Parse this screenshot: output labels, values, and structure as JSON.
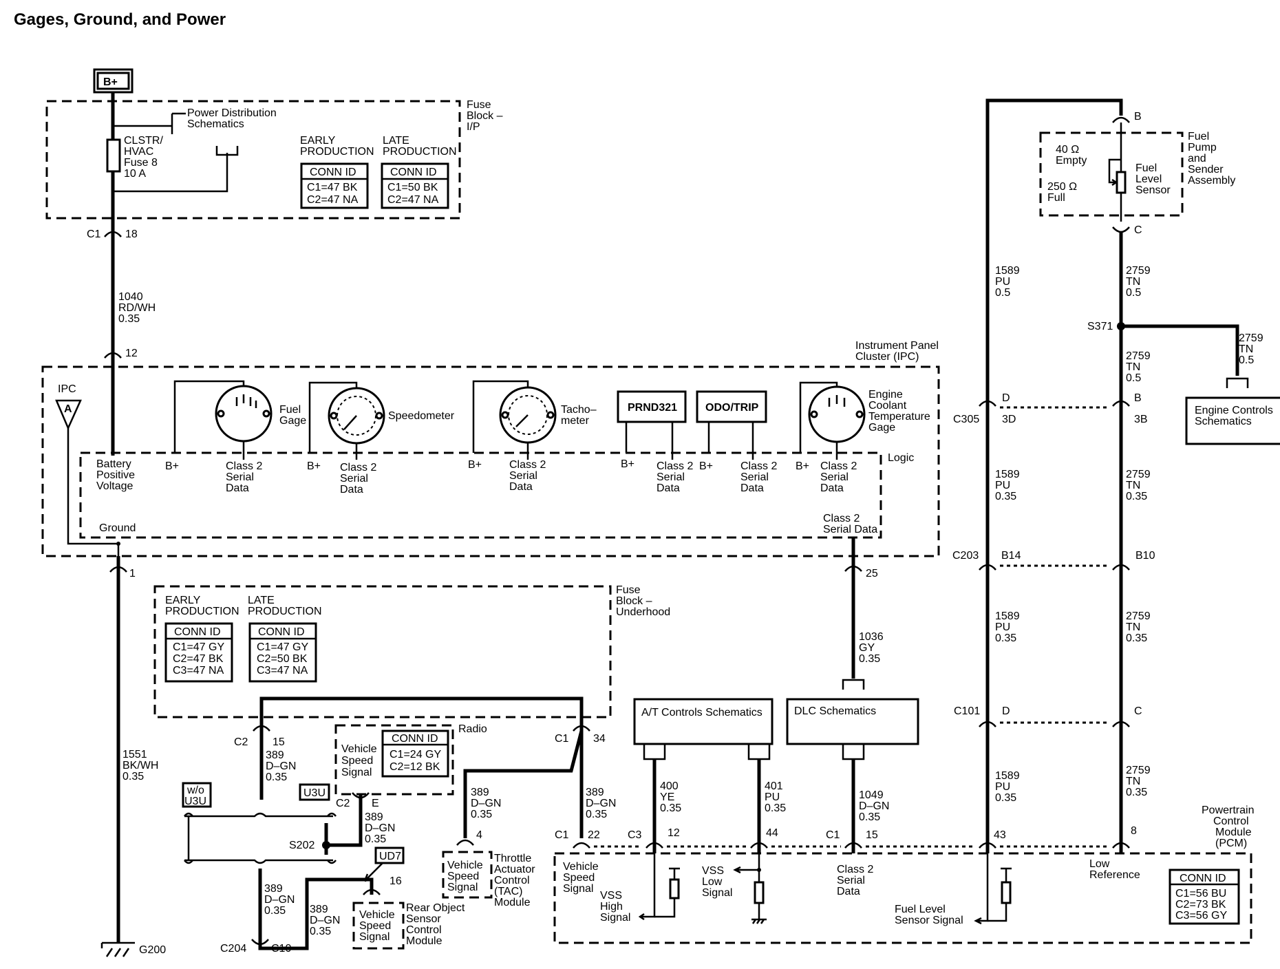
{
  "title": "Gages, Ground, and Power",
  "labels": {
    "bplus_main": "B+",
    "pds1": "Power Distribution",
    "pds2": "Schematics",
    "fuse1": "CLSTR/",
    "fuse2": "HVAC",
    "fuse3": "Fuse 8",
    "fuse4": "10 A",
    "fbip1": "Fuse",
    "fbip2": "Block –",
    "fbip3": "I/P",
    "early1": "EARLY",
    "early2": "PRODUCTION",
    "late1": "LATE",
    "late2": "PRODUCTION",
    "connid": "CONN ID",
    "ip_e1": "C1=47 BK",
    "ip_e2": "C2=47 NA",
    "ip_l1": "C1=50 BK",
    "ip_l2": "C2=47 NA",
    "c1": "C1",
    "n18": "18",
    "w1040a": "1040",
    "w1040b": "RD/WH",
    "w1040c": "0.35",
    "n12": "12",
    "ipc_title1": "Instrument Panel",
    "ipc_title2": "Cluster (IPC)",
    "ipc": "IPC",
    "a": "A",
    "fuelgage1": "Fuel",
    "fuelgage2": "Gage",
    "speedo": "Speedometer",
    "tach1": "Tacho–",
    "tach2": "meter",
    "prnd": "PRND321",
    "odo": "ODO/TRIP",
    "ect1": "Engine",
    "ect2": "Coolant",
    "ect3": "Temperature",
    "ect4": "Gage",
    "bpv1": "Battery",
    "bpv2": "Positive",
    "bpv3": "Voltage",
    "bplus": "B+",
    "cls1": "Class 2",
    "cls2": "Serial",
    "cls3": "Data",
    "logic": "Logic",
    "ground": "Ground",
    "c2sd1": "Class 2",
    "c2sd2": "Serial Data",
    "n1": "1",
    "n25": "25",
    "fbu1": "Fuse",
    "fbu2": "Block –",
    "fbu3": "Underhood",
    "uh_e1": "C1=47 GY",
    "uh_e2": "C2=47 BK",
    "uh_e3": "C3=47 NA",
    "uh_l1": "C1=47 GY",
    "uh_l2": "C2=50 BK",
    "uh_l3": "C3=47 NA",
    "w1036a": "1036",
    "w1036b": "GY",
    "w1036c": "0.35",
    "c2": "C2",
    "n15": "15",
    "n34": "34",
    "w389a": "389",
    "w389b": "D–GN",
    "w389c": "0.35",
    "radio": "Radio",
    "vss1": "Vehicle",
    "vss2": "Speed",
    "vss3": "Signal",
    "rad_c1": "C1=24 GY",
    "rad_c2": "C2=12 BK",
    "e": "E",
    "wo1": "w/o",
    "u3u": "U3U",
    "s202": "S202",
    "ud7": "UD7",
    "n4": "4",
    "n22": "22",
    "n16": "16",
    "tac1": "Throttle",
    "tac2": "Actuator",
    "tac3": "Control",
    "tac4": "(TAC)",
    "tac5": "Module",
    "ros1": "Rear Object",
    "ros2": "Sensor",
    "ros3": "Control",
    "ros4": "Module",
    "c204": "C204",
    "c10": "C10",
    "w1551a": "1551",
    "w1551b": "BK/WH",
    "w1551c": "0.35",
    "g200": "G200",
    "at": "A/T Controls Schematics",
    "dlc": "DLC Schematics",
    "w400a": "400",
    "w400b": "YE",
    "w400c": "0.35",
    "w401a": "401",
    "w401b": "PU",
    "w401c": "0.35",
    "w1049a": "1049",
    "w1049b": "D–GN",
    "w1049c": "0.35",
    "c3": "C3",
    "n44": "44",
    "n43": "43",
    "n8": "8",
    "vssh1": "VSS",
    "vssh2": "High",
    "vssh3": "Signal",
    "vssl1": "VSS",
    "vssl2": "Low",
    "vssl3": "Signal",
    "flss1": "Fuel Level",
    "flss2": "Sensor Signal",
    "lowref1": "Low",
    "lowref2": "Reference",
    "pcm1": "Powertrain",
    "pcm2": "Control",
    "pcm3": "Module",
    "pcm4": "(PCM)",
    "pcm_c1": "C1=56 BU",
    "pcm_c2": "C2=73 BK",
    "pcm_c3": "C3=56 GY",
    "b": "B",
    "c": "C",
    "d": "D",
    "fpsa1": "Fuel",
    "fpsa2": "Pump",
    "fpsa3": "and",
    "fpsa4": "Sender",
    "fpsa5": "Assembly",
    "empty1": "40 Ω",
    "empty2": "Empty",
    "full1": "250 Ω",
    "full2": "Full",
    "fls1": "Fuel",
    "fls2": "Level",
    "fls3": "Sensor",
    "w1589a": "1589",
    "w1589b": "PU",
    "w1589c": "0.5",
    "w1589d": "0.35",
    "w2759a": "2759",
    "w2759b": "TN",
    "w2759c": "0.5",
    "w2759d": "0.35",
    "s371": "S371",
    "ecs1": "Engine Controls",
    "ecs2": "Schematics",
    "c305": "C305",
    "p3d": "3D",
    "p3b": "3B",
    "c203": "C203",
    "b14": "B14",
    "b10": "B10",
    "c101": "C101"
  }
}
